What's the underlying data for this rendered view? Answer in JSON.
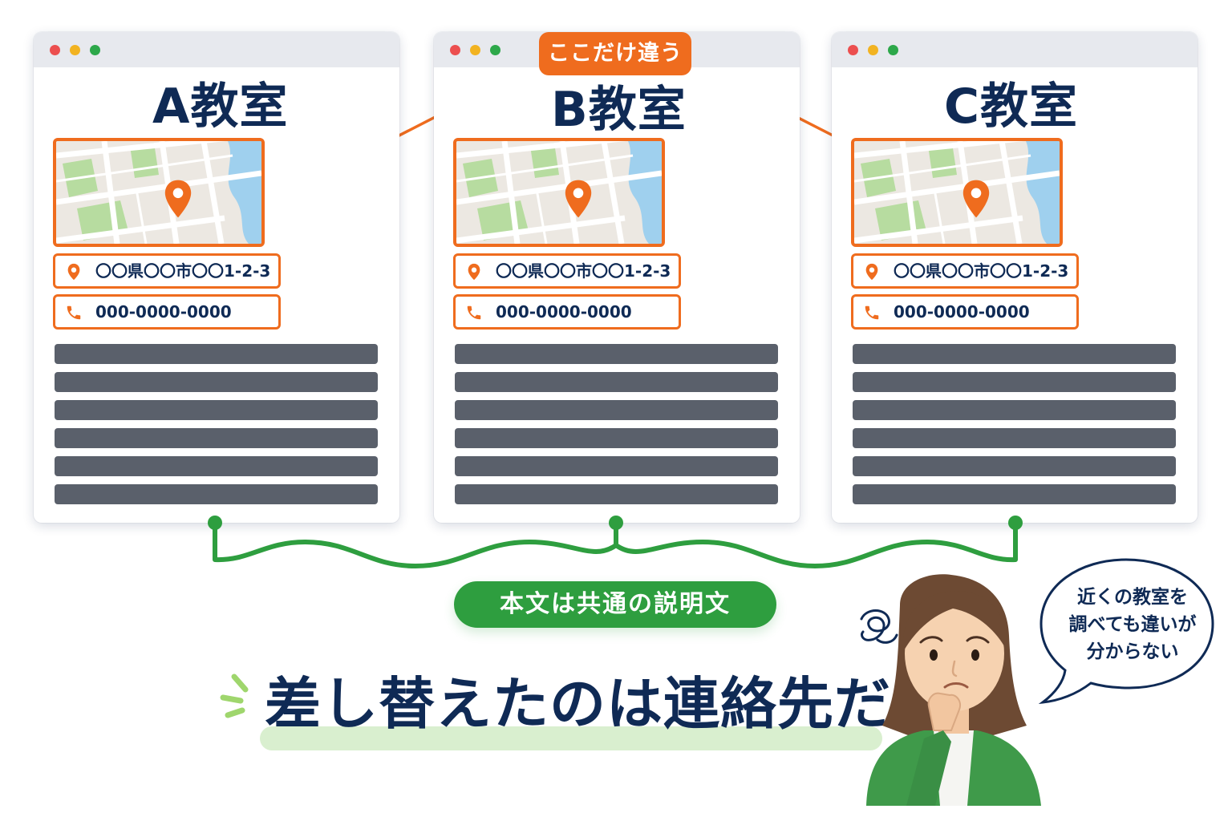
{
  "pages": [
    {
      "title": "A教室",
      "address": "〇〇県〇〇市〇〇1-2-3",
      "phone": "000-0000-0000"
    },
    {
      "title": "B教室",
      "address": "〇〇県〇〇市〇〇1-2-3",
      "phone": "000-0000-0000"
    },
    {
      "title": "C教室",
      "address": "〇〇県〇〇市〇〇1-2-3",
      "phone": "000-0000-0000"
    }
  ],
  "callout_label": "ここだけ違う",
  "common_label": "本文は共通の説明文",
  "headline": "差し替えたのは連絡先だけ",
  "speech_bubble": {
    "lines": [
      "近くの教室を",
      "調べても違いが",
      "分からない"
    ]
  },
  "colors": {
    "accent_orange": "#ef6c1e",
    "accent_green": "#2e9e3f",
    "navy_text": "#0f2a55",
    "body_line_gray": "#5a606b"
  },
  "icons": [
    "location-pin-icon",
    "phone-icon",
    "map-pin-icon",
    "confusion-squiggle-icon"
  ]
}
